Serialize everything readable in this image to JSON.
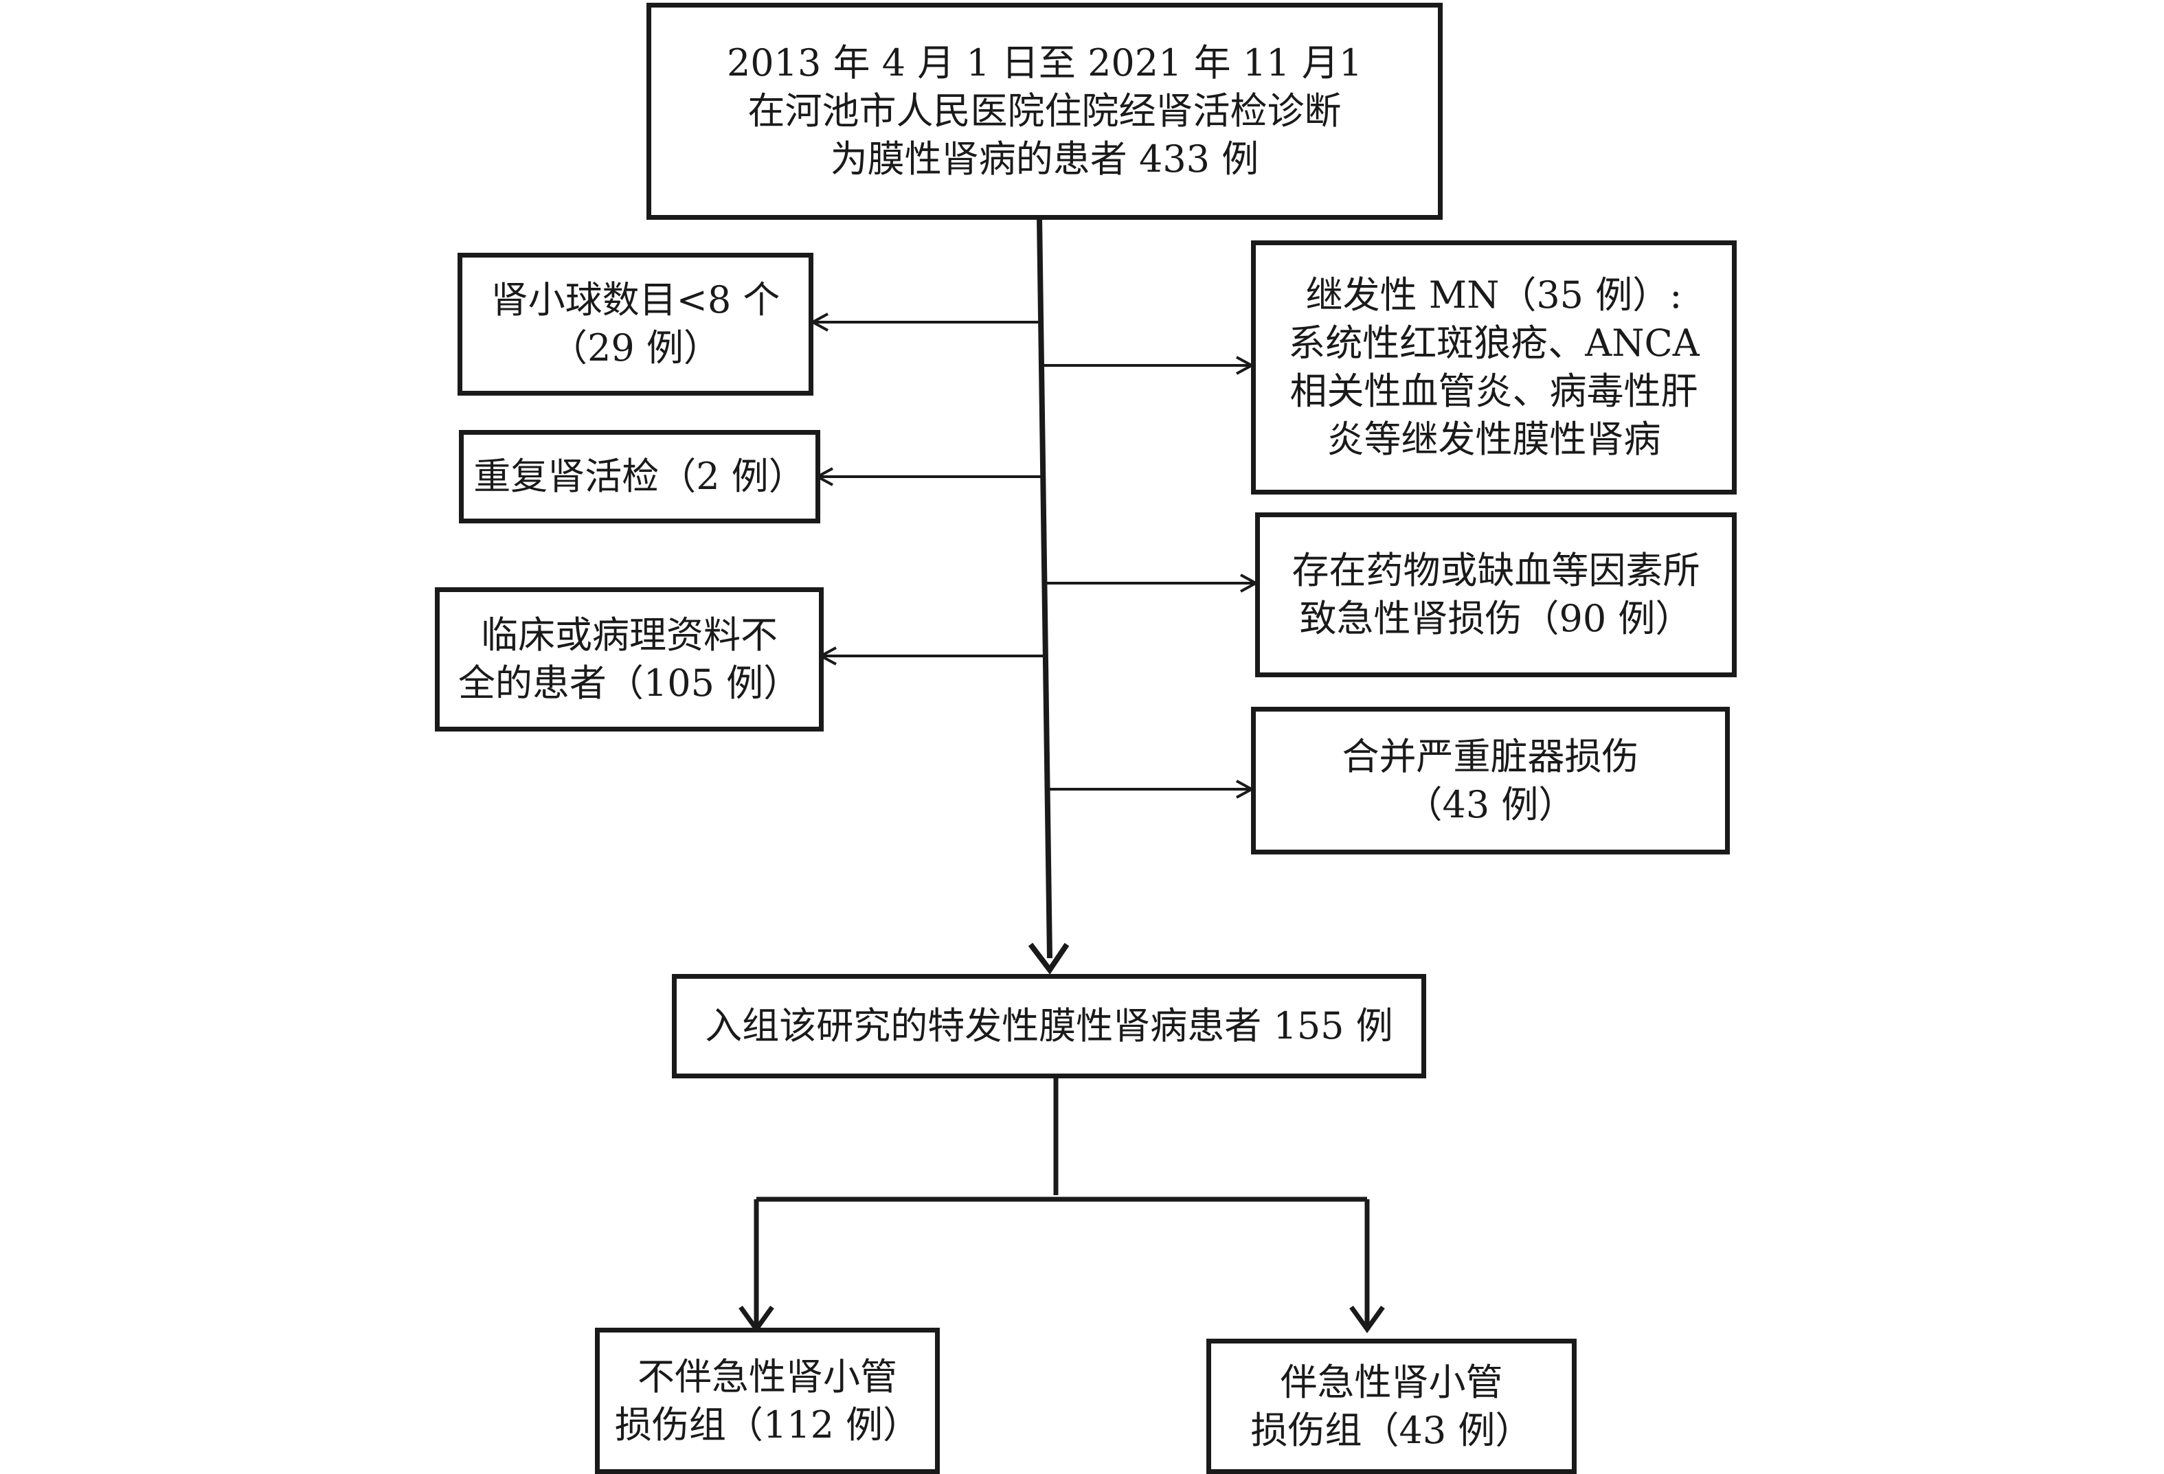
{
  "flowchart": {
    "source": {
      "lines": [
        "2013 年 4 月 1 日至 2021 年 11 月1",
        "在河池市人民医院住院经肾活检诊断",
        "为膜性肾病的患者 433 例"
      ]
    },
    "exclusions_left": [
      {
        "lines": [
          "肾小球数目<8 个",
          "（29 例）"
        ]
      },
      {
        "lines": [
          "重复肾活检（2 例）"
        ]
      },
      {
        "lines": [
          "临床或病理资料不",
          "全的患者（105 例）"
        ]
      }
    ],
    "exclusions_right": [
      {
        "lines": [
          "继发性 MN（35 例）:",
          "系统性红斑狼疮、ANCA",
          "相关性血管炎、病毒性肝",
          "炎等继发性膜性肾病"
        ]
      },
      {
        "lines": [
          "存在药物或缺血等因素所",
          "致急性肾损伤（90 例）"
        ]
      },
      {
        "lines": [
          "合并严重脏器损伤",
          "（43 例）"
        ]
      }
    ],
    "enrolled": {
      "lines": [
        "入组该研究的特发性膜性肾病患者 155 例"
      ]
    },
    "groups": [
      {
        "lines": [
          "不伴急性肾小管",
          "损伤组（112 例）"
        ]
      },
      {
        "lines": [
          "伴急性肾小管",
          "损伤组（43 例）"
        ]
      }
    ]
  }
}
